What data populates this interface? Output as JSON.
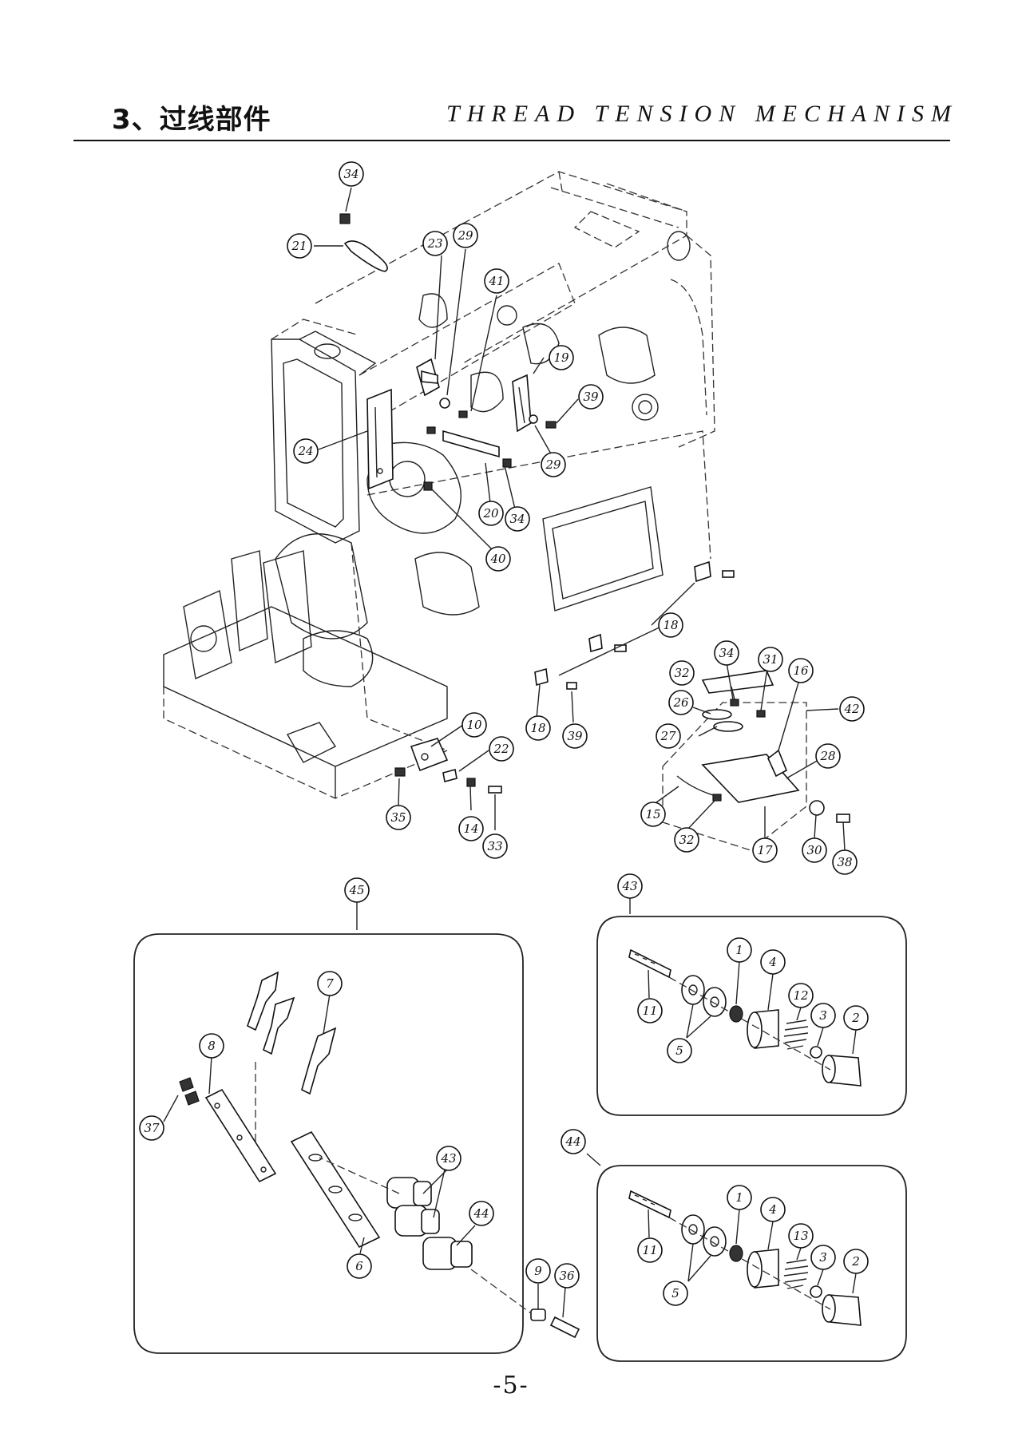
{
  "header": {
    "section_title": "3、过线部件",
    "english_title": "THREAD TENSION MECHANISM"
  },
  "page_number": "-5-",
  "callouts": [
    {
      "id": "c34a",
      "label": "34"
    },
    {
      "id": "c21",
      "label": "21"
    },
    {
      "id": "c23",
      "label": "23"
    },
    {
      "id": "c29a",
      "label": "29"
    },
    {
      "id": "c41",
      "label": "41"
    },
    {
      "id": "c19",
      "label": "19"
    },
    {
      "id": "c39a",
      "label": "39"
    },
    {
      "id": "c29b",
      "label": "29"
    },
    {
      "id": "c24",
      "label": "24"
    },
    {
      "id": "c20",
      "label": "20"
    },
    {
      "id": "c34b",
      "label": "34"
    },
    {
      "id": "c40",
      "label": "40"
    },
    {
      "id": "c18a",
      "label": "18"
    },
    {
      "id": "c18b",
      "label": "18"
    },
    {
      "id": "c39b",
      "label": "39"
    },
    {
      "id": "c10",
      "label": "10"
    },
    {
      "id": "c22",
      "label": "22"
    },
    {
      "id": "c35",
      "label": "35"
    },
    {
      "id": "c14",
      "label": "14"
    },
    {
      "id": "c33",
      "label": "33"
    },
    {
      "id": "c34c",
      "label": "34"
    },
    {
      "id": "c31",
      "label": "31"
    },
    {
      "id": "c16",
      "label": "16"
    },
    {
      "id": "c32a",
      "label": "32"
    },
    {
      "id": "c42",
      "label": "42"
    },
    {
      "id": "c26",
      "label": "26"
    },
    {
      "id": "c27",
      "label": "27"
    },
    {
      "id": "c28",
      "label": "28"
    },
    {
      "id": "c15",
      "label": "15"
    },
    {
      "id": "c32b",
      "label": "32"
    },
    {
      "id": "c17",
      "label": "17"
    },
    {
      "id": "c30",
      "label": "30"
    },
    {
      "id": "c38",
      "label": "38"
    },
    {
      "id": "c45",
      "label": "45"
    },
    {
      "id": "c7",
      "label": "7"
    },
    {
      "id": "c8",
      "label": "8"
    },
    {
      "id": "c37",
      "label": "37"
    },
    {
      "id": "c43b",
      "label": "43"
    },
    {
      "id": "c44b",
      "label": "44"
    },
    {
      "id": "c6",
      "label": "6"
    },
    {
      "id": "c9",
      "label": "9"
    },
    {
      "id": "c36",
      "label": "36"
    },
    {
      "id": "c43",
      "label": "43"
    },
    {
      "id": "c11a",
      "label": "11"
    },
    {
      "id": "c1a",
      "label": "1"
    },
    {
      "id": "c4a",
      "label": "4"
    },
    {
      "id": "c12",
      "label": "12"
    },
    {
      "id": "c3a",
      "label": "3"
    },
    {
      "id": "c2a",
      "label": "2"
    },
    {
      "id": "c5a",
      "label": "5"
    },
    {
      "id": "c44",
      "label": "44"
    },
    {
      "id": "c11b",
      "label": "11"
    },
    {
      "id": "c1b",
      "label": "1"
    },
    {
      "id": "c4b",
      "label": "4"
    },
    {
      "id": "c13",
      "label": "13"
    },
    {
      "id": "c3b",
      "label": "3"
    },
    {
      "id": "c2b",
      "label": "2"
    },
    {
      "id": "c5b",
      "label": "5"
    }
  ]
}
